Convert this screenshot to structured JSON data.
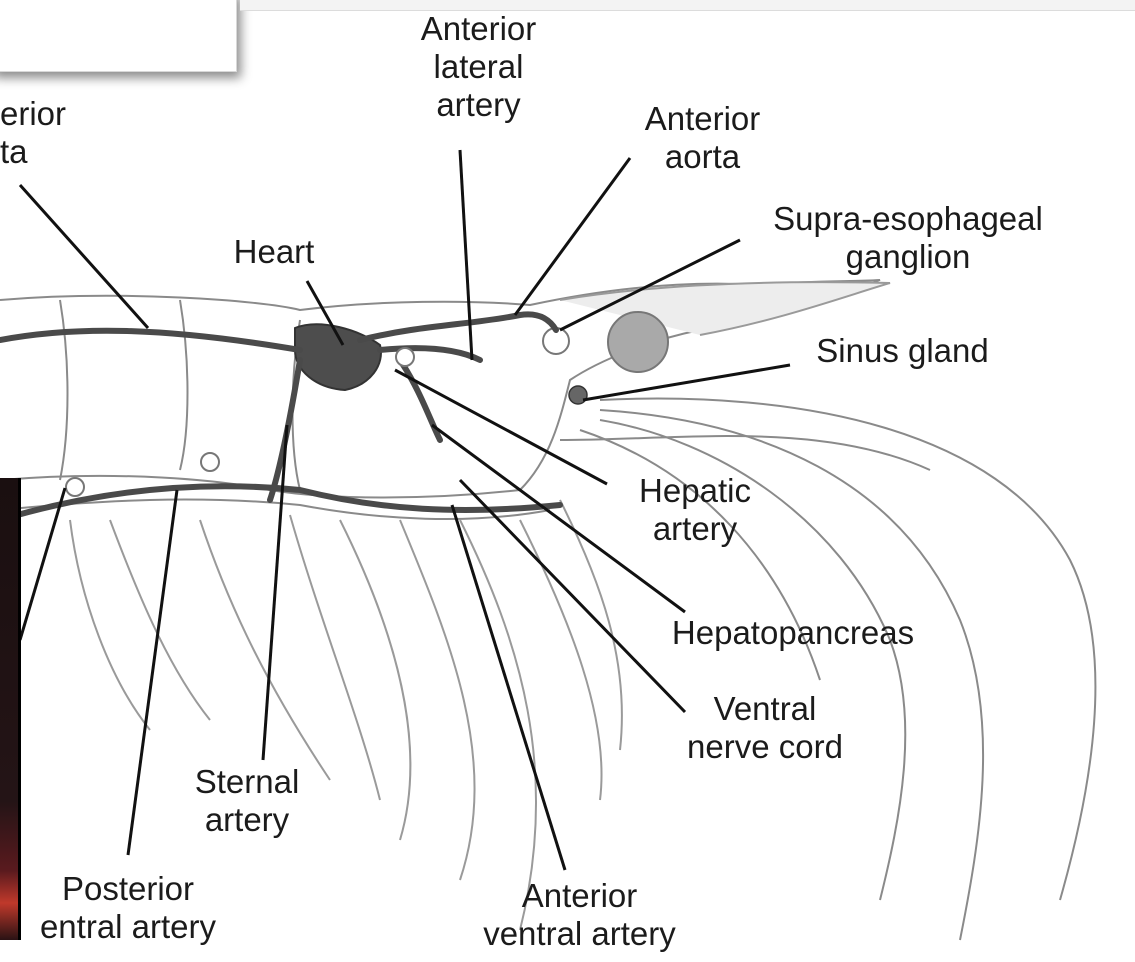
{
  "diagram": {
    "labels": {
      "anterior_lateral_artery": [
        "Anterior",
        "lateral",
        "artery"
      ],
      "anterior_aorta": [
        "Anterior",
        "aorta"
      ],
      "supra_esophageal_ganglion": [
        "Supra-esophageal",
        "ganglion"
      ],
      "heart": [
        "Heart"
      ],
      "sinus_gland": [
        "Sinus gland"
      ],
      "hepatic_artery": [
        "Hepatic",
        "artery"
      ],
      "hepatopancreas": [
        "Hepatopancreas"
      ],
      "ventral_nerve_cord": [
        "Ventral",
        "nerve cord"
      ],
      "sternal_artery": [
        "Sternal",
        "artery"
      ],
      "anterior_ventral_artery": [
        "Anterior",
        "ventral artery"
      ],
      "posterior_ventral_artery": [
        "Posterior",
        "entral artery"
      ],
      "posterior_aorta_partial": [
        "erior",
        "ta"
      ]
    },
    "colors": {
      "line": "#111111",
      "body_outline": "#8a8a8a",
      "heart": "#4d4d4d",
      "eye": "#a9a9a9",
      "inset_bg": "#1a0f10",
      "inset_streak": "#c0392b"
    }
  }
}
